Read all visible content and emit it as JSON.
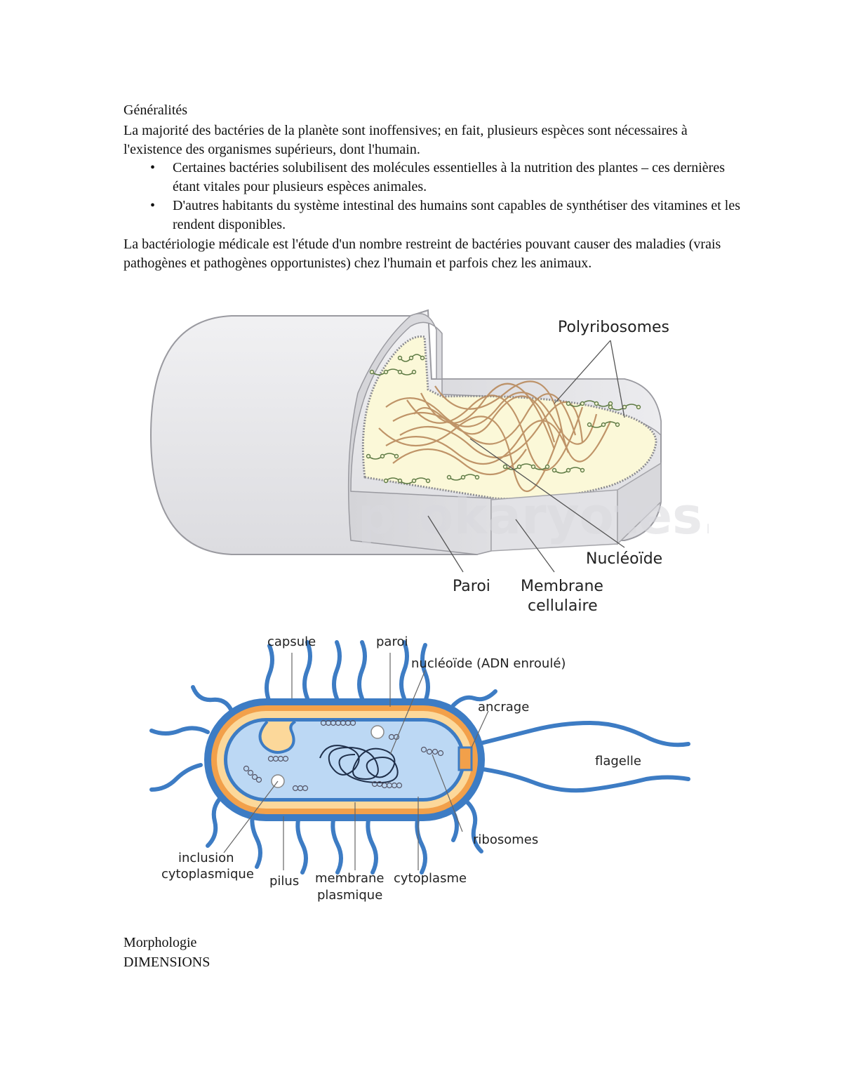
{
  "doc": {
    "heading": "Généralités",
    "intro": "La majorité des bactéries de la planète sont inoffensives; en fait, plusieurs espèces sont nécessaires à l'existence des organismes supérieurs, dont l'humain.",
    "bullets": [
      "Certaines bactéries solubilisent des molécules essentielles à la nutrition des plantes – ces dernières étant vitales pour plusieurs espèces animales.",
      "D'autres habitants du système intestinal des humains sont capables de synthétiser des vitamines et les rendent disponibles."
    ],
    "bullet_glyph": "•",
    "medical": "La bactériologie médicale est l'étude d'un nombre restreint de bactéries pouvant causer des maladies (vrais pathogènes et pathogènes opportunistes) chez l'humain et parfois chez les animaux.",
    "morphology": "Morphologie",
    "dimensions": "DIMENSIONS"
  },
  "figure1": {
    "labels": {
      "polyribosomes": "Polyribosomes",
      "nucleoide": "Nucléoïde",
      "paroi": "Paroi",
      "membrane_l1": "Membrane",
      "membrane_l2": "cellulaire"
    },
    "watermark": "prokaryotes.ca"
  },
  "figure2": {
    "labels": {
      "capsule": "capsule",
      "paroi": "paroi",
      "nucleoide": "nucléoïde (ADN enroulé)",
      "ancrage": "ancrage",
      "flagelle": "flagelle",
      "ribosomes": "ribosomes",
      "inclusion_l1": "inclusion",
      "inclusion_l2": "cytoplasmique",
      "pilus": "pilus",
      "membrane_l1": "membrane",
      "membrane_l2": "plasmique",
      "cytoplasme": "cytoplasme"
    }
  },
  "colors": {
    "cell_shell": "#e9e9ec",
    "cytoplasm_yellow": "#fbf8d8",
    "nucleoid_brown": "#b98a5c",
    "ribosome_green": "#5f7b45",
    "capsule_blue": "#3d7cc4",
    "wall_orange": "#f2a04a",
    "wall_yellow": "#fcd89a",
    "cytoplasm_blue": "#bcd8f4"
  }
}
